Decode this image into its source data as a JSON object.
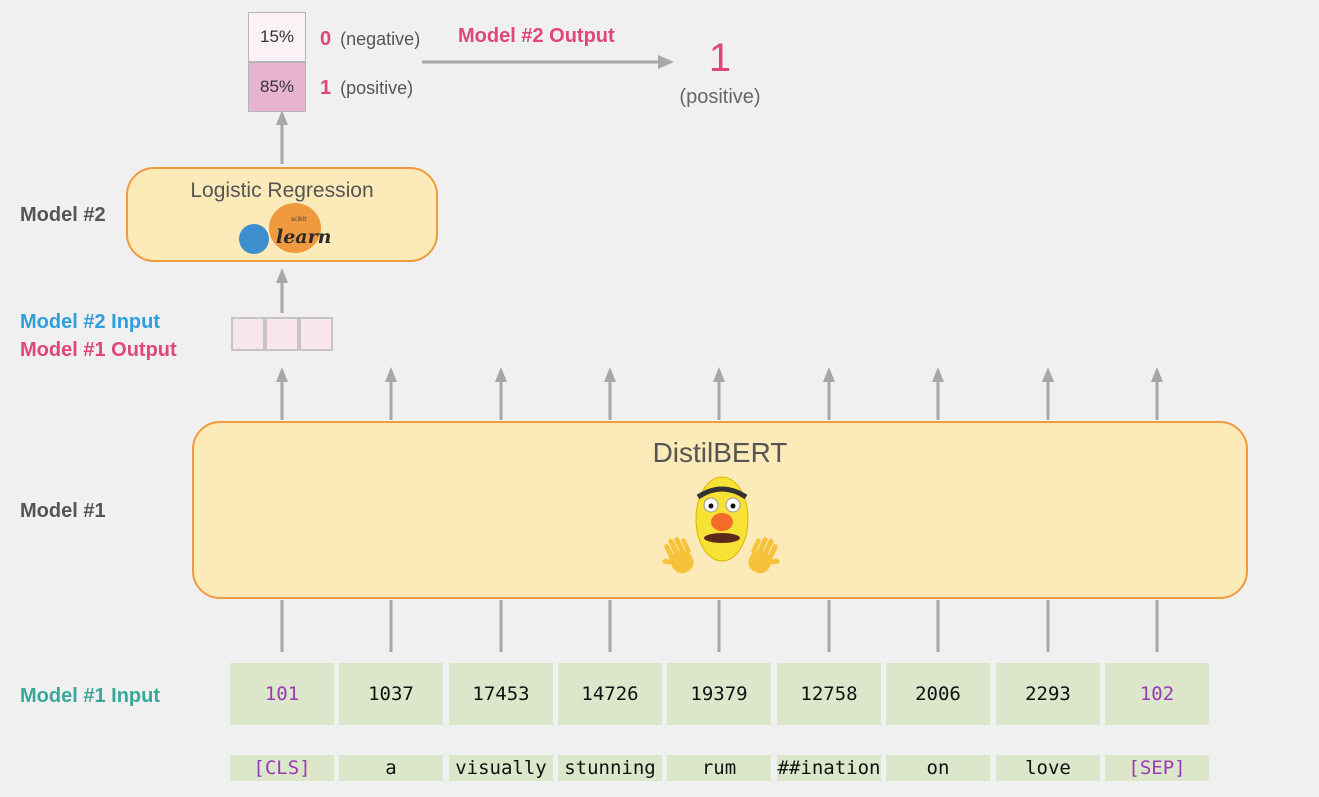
{
  "labels": {
    "model2": "Model #2",
    "model1": "Model #1",
    "model2_input": "Model #2 Input",
    "model1_output": "Model #1 Output",
    "model1_input": "Model #1 Input",
    "model2_output": "Model #2 Output"
  },
  "colors": {
    "blue": "#2e9fd9",
    "pink": "#e0457b",
    "teal": "#3aa899",
    "gray": "#555555",
    "box_fill": "#fcebb8",
    "box_border": "#ef9a3e",
    "token_fill": "#dce6cb",
    "special_token": "#9b38b6"
  },
  "model2": {
    "name": "Logistic Regression",
    "logo": {
      "small": "scikit",
      "word": "learn"
    },
    "logo_icon": "scikit-learn-logo-icon"
  },
  "model1": {
    "name": "DistilBERT",
    "mascot_icon": "bert-muppet-icon",
    "hand_icon": "waving-hand-icon"
  },
  "probabilities": [
    {
      "value": "15%",
      "fraction": 0.15,
      "class_id": "0",
      "class_label": "(negative)"
    },
    {
      "value": "85%",
      "fraction": 0.85,
      "class_id": "1",
      "class_label": "(positive)"
    }
  ],
  "output": {
    "value": "1",
    "label": "(positive)"
  },
  "tokens": [
    {
      "id": "101",
      "word": "[CLS]",
      "special": true
    },
    {
      "id": "1037",
      "word": "a",
      "special": false
    },
    {
      "id": "17453",
      "word": "visually",
      "special": false
    },
    {
      "id": "14726",
      "word": "stunning",
      "special": false
    },
    {
      "id": "19379",
      "word": "rum",
      "special": false
    },
    {
      "id": "12758",
      "word": "##ination",
      "special": false
    },
    {
      "id": "2006",
      "word": "on",
      "special": false
    },
    {
      "id": "2293",
      "word": "love",
      "special": false
    },
    {
      "id": "102",
      "word": "[SEP]",
      "special": true
    }
  ]
}
